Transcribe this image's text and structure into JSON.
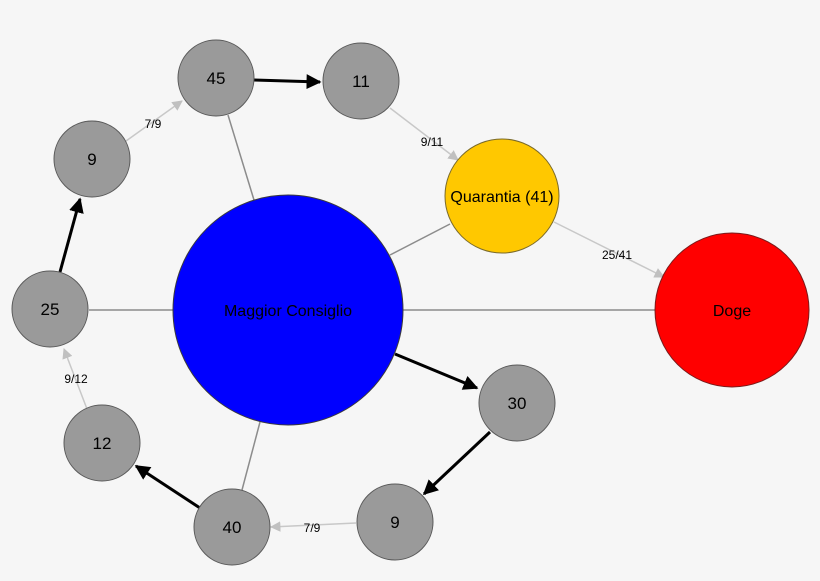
{
  "colors": {
    "background": "#f6f6f6",
    "gray_node": "#9a9a9a",
    "maggior_consiglio": "#0000ff",
    "quarantia": "#ffc800",
    "doge": "#ff0000",
    "bold_edge": "#000000",
    "plain_edge": "#8c8c8c",
    "ratio_edge": "#c8c8c8"
  },
  "nodes": {
    "maggior_consiglio": "Maggior Consiglio",
    "quarantia": "Quarantia (41)",
    "doge": "Doge",
    "n45": "45",
    "n11": "11",
    "n9_top": "9",
    "n25": "25",
    "n12": "12",
    "n40": "40",
    "n9_bottom": "9",
    "n30": "30"
  },
  "edge_labels": {
    "e9_45": "7/9",
    "e11_quarantia": "9/11",
    "e_quarantia_doge": "25/41",
    "e12_25": "9/12",
    "e9_40": "7/9"
  }
}
